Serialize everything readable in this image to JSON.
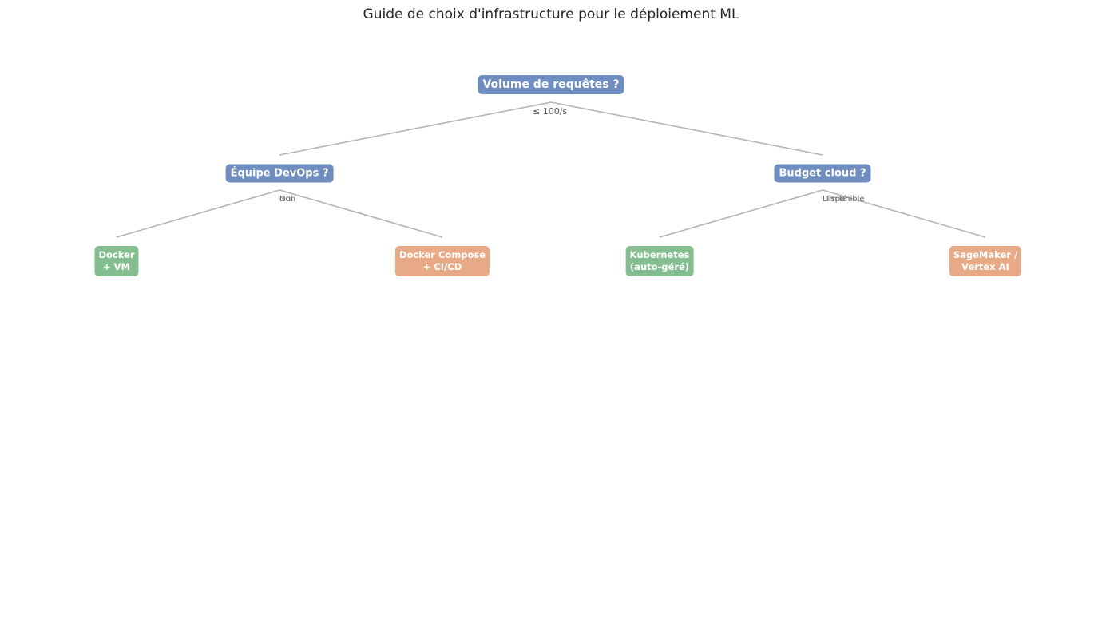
{
  "title": "Guide de choix d'infrastructure pour le déploiement ML",
  "root": {
    "label": "Volume de requêtes ?",
    "edge_label": "≤ 100/s"
  },
  "decisions": {
    "devops": {
      "label": "Équipe DevOps ?",
      "edge_label_a": "Oui",
      "edge_label_b": "Non"
    },
    "budget": {
      "label": "Budget cloud ?",
      "edge_label_a": "Limité",
      "edge_label_b": "Disponible"
    }
  },
  "leaves": {
    "docker_vm": {
      "line1": "Docker",
      "line2": "+ VM"
    },
    "docker_compose": {
      "line1": "Docker Compose",
      "line2": "+ CI/CD"
    },
    "kubernetes": {
      "line1": "Kubernetes",
      "line2": "(auto-géré)"
    },
    "sagemaker": {
      "line1": "SageMaker /",
      "line2": "Vertex AI"
    }
  },
  "colors": {
    "decision": "#6f8ebf",
    "leaf_green": "#84be90",
    "leaf_orange": "#e7a986",
    "edge": "#b4b4b4"
  }
}
